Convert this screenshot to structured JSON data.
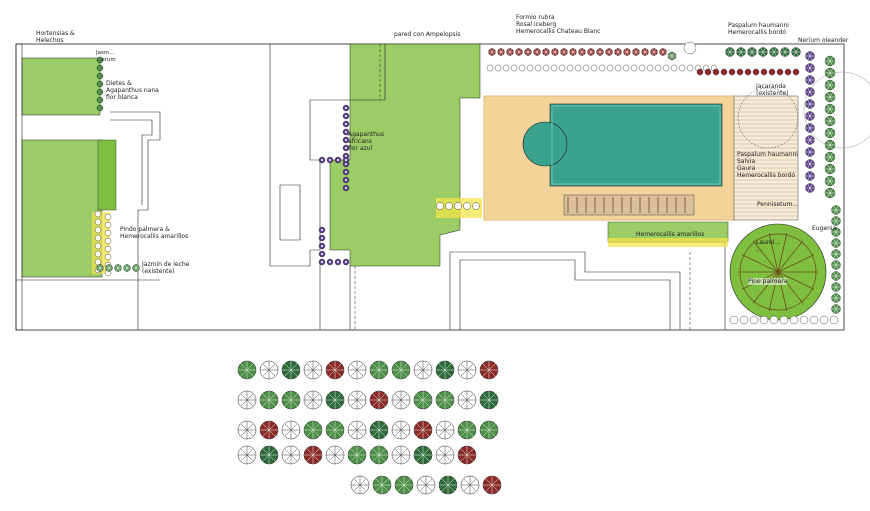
{
  "plan": {
    "labels": {
      "hortensias": "Hortensias &\nHelechos",
      "jasmine_small": "Jasm...\n...erum",
      "dietes": "Dietes &\nAgapanthus nana\nflor blanca",
      "pared": "pared con Ampelopsis",
      "formio": "Formio rubra\nRosal iceberg\nHemerocallis Chateau Blanc",
      "paspalum_top": "Paspalum haumanni\nHemerocallis bordó",
      "nerium": "Nerium oleander",
      "jacaranda": "Jacaranda\n(existente)",
      "agapanthus": "Agapanthus\nafricans\nflor azul",
      "paspalum_mid": "Paspalum haumanni\nSalvia\nGaura\nHemerocallis bordó",
      "pennisetum": "Pennisetum...",
      "palmera": "Pindo palmera &\nHemerocallis amarillos",
      "jazmin": "Jazmín de leche\n(existente)",
      "hemero_amarillos": "Hemerocallis amarillos",
      "eugenia": "Eugenia",
      "laurel": "Laurel...\n...",
      "pino": "Pino palmera"
    }
  },
  "colors": {
    "lawn": "#9ccc65",
    "lawn_dark": "#7fbf3f",
    "deck": "#f2d49a",
    "deck_edge": "#e3b774",
    "pool_water": "#3aa38e",
    "pool_water_light": "#6cc5b3",
    "wood": "#d9c09a",
    "path_yellow": "#f3e64a",
    "line": "#222222",
    "shrub_dark": "#2f6b3a",
    "shrub_mid": "#4e8f4a",
    "shrub_red": "#8d2a2a",
    "shrub_purple": "#5a3f8c",
    "tree_brown": "#6b4a1f"
  },
  "legend": {
    "icon_names": [
      "tree-symbol-icon",
      "shrub-symbol-icon",
      "palm-symbol-icon",
      "flower-symbol-icon"
    ]
  }
}
